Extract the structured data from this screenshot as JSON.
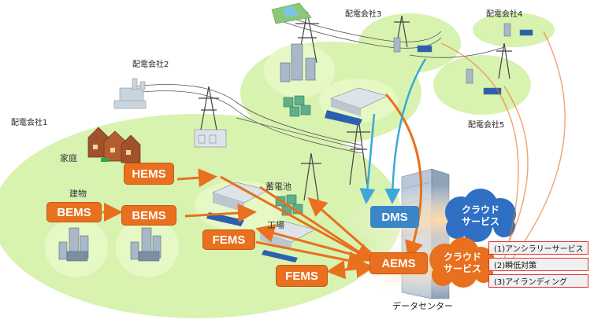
{
  "companies": {
    "c1": "配電会社1",
    "c2": "配電会社2",
    "c3": "配電会社3",
    "c4": "配電会社4",
    "c5": "配電会社5"
  },
  "places": {
    "home": "家庭",
    "building": "建物",
    "battery": "蓄電池",
    "factory": "工場"
  },
  "ems": {
    "hems": "HEMS",
    "bems_left": "BEMS",
    "bems_right": "BEMS",
    "fems_upper": "FEMS",
    "fems_lower": "FEMS",
    "dms": "DMS",
    "aems": "AEMS"
  },
  "cloud_top": [
    "クラウド",
    "サービス"
  ],
  "cloud_bottom": [
    "クラウド",
    "サービス"
  ],
  "services": [
    "(1)アンシラリーサービス",
    "(2)瞬低対策",
    "(3)アイランディング"
  ],
  "datacenter": "データセンター",
  "colors": {
    "ems": "#e8701e",
    "dms": "#3a86c8",
    "area": "#d4f0a8",
    "service_border": "#e03030"
  }
}
